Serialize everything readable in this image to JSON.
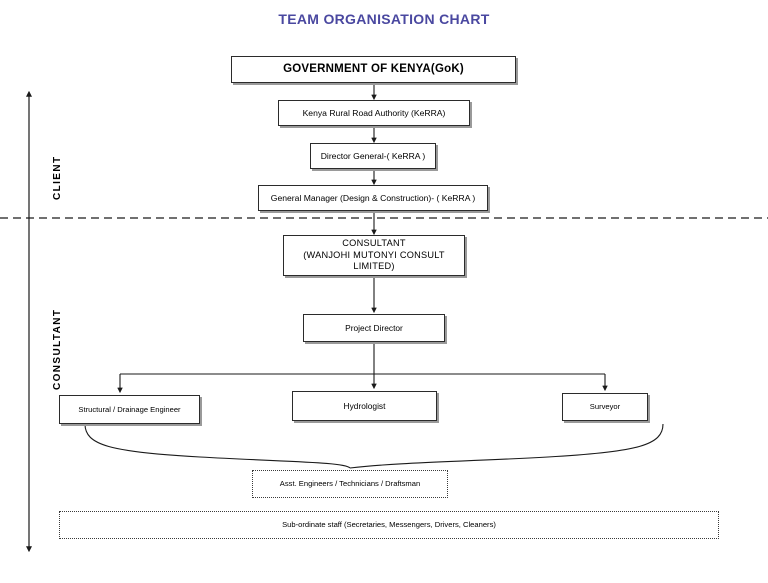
{
  "title": "TEAM ORGANISATION CHART",
  "title_color": "#4a48a0",
  "side_labels": {
    "client": "CLIENT",
    "consultant": "CONSULTANT"
  },
  "nodes": {
    "gok": "GOVERNMENT OF KENYA(GoK)",
    "kerra": "Kenya Rural Road Authority  (KeRRA)",
    "director_general": "Director General-( KeRRA )",
    "general_manager": "General Manager (Design & Construction)- ( KeRRA )",
    "consultant": "CONSULTANT\n(WANJOHI MUTONYI CONSULT LIMITED)",
    "project_director": "Project Director",
    "structural_engineer": "Structural / Drainage Engineer",
    "hydrologist": "Hydrologist",
    "surveyor": "Surveyor",
    "assistants": "Asst. Engineers / Technicians / Draftsman",
    "subordinate_staff": "Sub-ordinate staff (Secretaries, Messengers, Drivers, Cleaners)"
  },
  "chart_data": {
    "type": "diagram",
    "diagram_kind": "organisation-chart",
    "title": "TEAM ORGANISATION CHART",
    "sections": [
      {
        "name": "CLIENT",
        "nodes": [
          "GOVERNMENT OF KENYA(GoK)",
          "Kenya Rural Road Authority  (KeRRA)",
          "Director General-( KeRRA )",
          "General Manager (Design & Construction)- ( KeRRA )"
        ]
      },
      {
        "name": "CONSULTANT",
        "nodes": [
          "CONSULTANT (WANJOHI MUTONYI CONSULT LIMITED)",
          "Project Director",
          "Structural / Drainage Engineer",
          "Hydrologist",
          "Surveyor",
          "Asst. Engineers / Technicians / Draftsman",
          "Sub-ordinate staff (Secretaries, Messengers, Drivers, Cleaners)"
        ]
      }
    ],
    "edges": [
      [
        "GOVERNMENT OF KENYA(GoK)",
        "Kenya Rural Road Authority  (KeRRA)"
      ],
      [
        "Kenya Rural Road Authority  (KeRRA)",
        "Director General-( KeRRA )"
      ],
      [
        "Director General-( KeRRA )",
        "General Manager (Design & Construction)- ( KeRRA )"
      ],
      [
        "General Manager (Design & Construction)- ( KeRRA )",
        "CONSULTANT (WANJOHI MUTONYI CONSULT LIMITED)"
      ],
      [
        "CONSULTANT (WANJOHI MUTONYI CONSULT LIMITED)",
        "Project Director"
      ],
      [
        "Project Director",
        "Structural / Drainage Engineer"
      ],
      [
        "Project Director",
        "Hydrologist"
      ],
      [
        "Project Director",
        "Surveyor"
      ],
      [
        "Structural / Drainage Engineer",
        "Asst. Engineers / Technicians / Draftsman"
      ],
      [
        "Hydrologist",
        "Asst. Engineers / Technicians / Draftsman"
      ],
      [
        "Surveyor",
        "Asst. Engineers / Technicians / Draftsman"
      ]
    ],
    "divider": "dashed separator between CLIENT and CONSULTANT sections"
  }
}
